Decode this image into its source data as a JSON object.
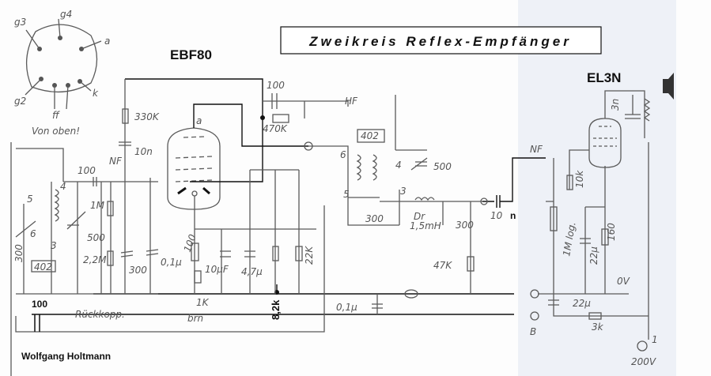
{
  "title": "Zweikreis Reflex-Empfänger",
  "tubes": {
    "left": "EBF80",
    "right": "EL3N"
  },
  "author": "Wolfgang Holtmann",
  "pinout": {
    "g3": "g3",
    "g4": "g4",
    "a": "a",
    "g2": "g2",
    "ff": "ff",
    "k": "k",
    "note": "Von oben!"
  },
  "labels": {
    "r330k": "330K",
    "anode": "a",
    "c100_top": "100",
    "r470k": "470K",
    "hf": "HF",
    "c10n": "10n",
    "nf_left": "NF",
    "c100_in": "100",
    "pin4_left": "4",
    "coil402_right": "402",
    "pin6": "6",
    "pin4_right": "4",
    "c500_right": "500",
    "pin5_right": "5",
    "pin3_right": "3",
    "r1m": "1M",
    "pin5_left": "5",
    "pin6_left": "6",
    "pin3_left": "3",
    "c500_left": "500",
    "c300_left": "300",
    "coil402_left": "402",
    "r2_2m": "2,2M",
    "c300_mid": "300",
    "c0_1u": "0,1µ",
    "r100": "100",
    "c10uf": "10µF",
    "c4_7u": "4,7µ",
    "r22k": "22K",
    "r1k": "1K",
    "r8_2k": "8,2k",
    "c0_1u_b": "0,1µ",
    "c300_r": "300",
    "choke": "Dr",
    "choke_val": "1,5mH",
    "c300_r2": "300",
    "c10n_out": "10",
    "c10n_unit": "n",
    "r47k": "47K",
    "nf_right": "NF",
    "r10k": "10k",
    "pot1m": "1M log.",
    "c22u_k": "22µ",
    "r160": "160",
    "c3n": "3n",
    "zero_v": "0V",
    "c22u": "22µ",
    "r3k": "3k",
    "b": "B",
    "v200": "200V",
    "v200_pin": "1",
    "c100_fb": "100",
    "feedback": "Rückkopp.",
    "brn": "brn"
  }
}
